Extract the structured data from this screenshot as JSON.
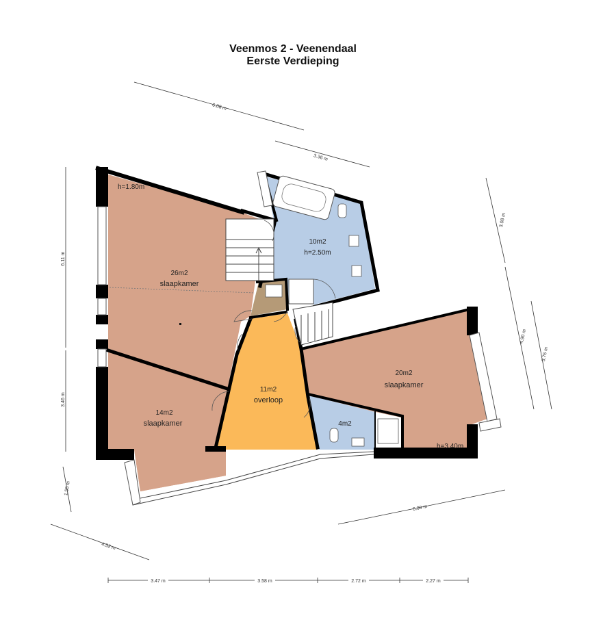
{
  "title": {
    "line1": "Veenmos 2 - Veenendaal",
    "line2": "Eerste Verdieping"
  },
  "colors": {
    "slaapkamer": "#d6a38a",
    "badkamer": "#b8cde6",
    "overloop": "#fbb959",
    "hal": "#b59a77",
    "wall": "#000000"
  },
  "rooms": {
    "bedroom_large": {
      "area": "26m2",
      "name": "slaapkamer",
      "height": "h=1.80m"
    },
    "bathroom": {
      "area": "10m2",
      "height": "h=2.50m"
    },
    "landing": {
      "area": "11m2",
      "name": "overloop"
    },
    "bedroom_small": {
      "area": "14m2",
      "name": "slaapkamer"
    },
    "bedroom_right": {
      "area": "20m2",
      "name": "slaapkamer",
      "height": "h=3.40m"
    },
    "toilet": {
      "area": "4m2"
    }
  },
  "dimensions": {
    "top_outer": "6.08 m",
    "top_inner": "3.36 m",
    "right_upper": "3.08 m",
    "right_middle": "4.90 m",
    "right_outer": "3.76 m",
    "left_upper": "6.11 m",
    "left_lower": "3.46 m",
    "left_bottom": "1.55 m",
    "bottom_left_diag": "4.32 m",
    "bottom_right_diag": "6.00 m",
    "bottom_1": "3.47 m",
    "bottom_2": "3.58 m",
    "bottom_3": "2.72 m",
    "bottom_4": "2.27 m"
  }
}
